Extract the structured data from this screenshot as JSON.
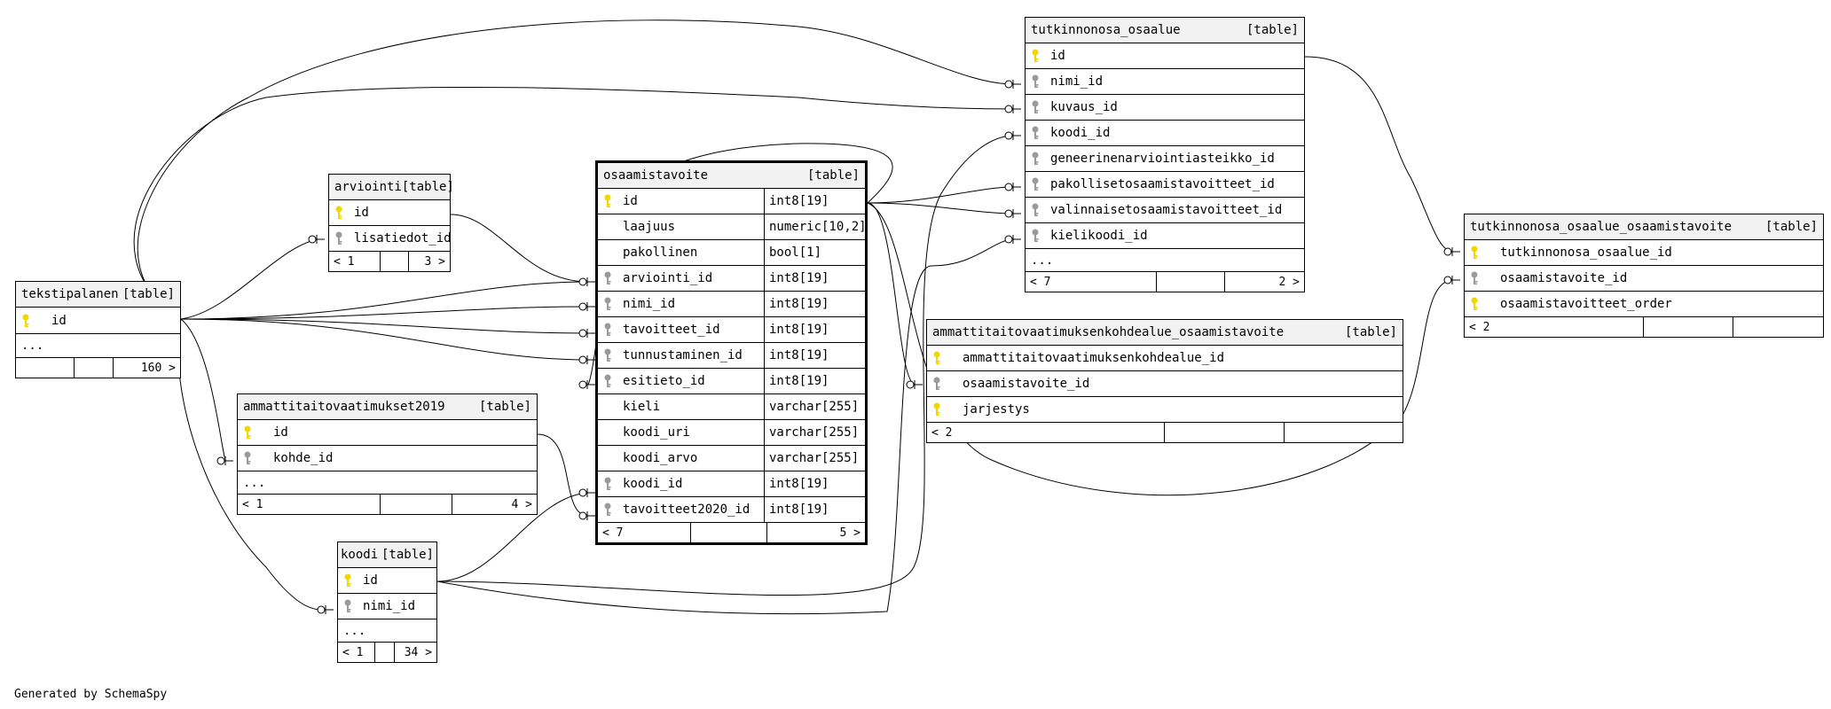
{
  "tables": {
    "tekstipalanen": {
      "name": "tekstipalanen",
      "kind": "[table]",
      "columns": [
        {
          "name": "id",
          "pk": true
        }
      ],
      "ellipsis": "...",
      "footer": [
        "",
        "",
        "160 >"
      ]
    },
    "arviointi": {
      "name": "arviointi",
      "kind": "[table]",
      "columns": [
        {
          "name": "id",
          "pk": true
        },
        {
          "name": "lisatiedot_id",
          "fk": true
        }
      ],
      "footer": [
        "< 1",
        "",
        "3 >"
      ]
    },
    "ammattitaitovaatimukset2019": {
      "name": "ammattitaitovaatimukset2019",
      "kind": "[table]",
      "columns": [
        {
          "name": "id",
          "pk": true
        },
        {
          "name": "kohde_id",
          "fk": true
        }
      ],
      "ellipsis": "...",
      "footer": [
        "< 1",
        "",
        "4 >"
      ]
    },
    "koodi": {
      "name": "koodi",
      "kind": "[table]",
      "columns": [
        {
          "name": "id",
          "pk": true
        },
        {
          "name": "nimi_id",
          "fk": true
        }
      ],
      "ellipsis": "...",
      "footer": [
        "< 1",
        "",
        "34 >"
      ]
    },
    "osaamistavoite": {
      "name": "osaamistavoite",
      "kind": "[table]",
      "columns": [
        {
          "name": "id",
          "type": "int8[19]",
          "pk": true
        },
        {
          "name": "laajuus",
          "type": "numeric[10,2]"
        },
        {
          "name": "pakollinen",
          "type": "bool[1]"
        },
        {
          "name": "arviointi_id",
          "type": "int8[19]",
          "fk": true
        },
        {
          "name": "nimi_id",
          "type": "int8[19]",
          "fk": true
        },
        {
          "name": "tavoitteet_id",
          "type": "int8[19]",
          "fk": true
        },
        {
          "name": "tunnustaminen_id",
          "type": "int8[19]",
          "fk": true
        },
        {
          "name": "esitieto_id",
          "type": "int8[19]",
          "fk": true
        },
        {
          "name": "kieli",
          "type": "varchar[255]"
        },
        {
          "name": "koodi_uri",
          "type": "varchar[255]"
        },
        {
          "name": "koodi_arvo",
          "type": "varchar[255]"
        },
        {
          "name": "koodi_id",
          "type": "int8[19]",
          "fk": true
        },
        {
          "name": "tavoitteet2020_id",
          "type": "int8[19]",
          "fk": true
        }
      ],
      "footer": [
        "< 7",
        "",
        "5 >"
      ]
    },
    "tutkinnonosa_osaalue": {
      "name": "tutkinnonosa_osaalue",
      "kind": "[table]",
      "columns": [
        {
          "name": "id",
          "pk": true
        },
        {
          "name": "nimi_id",
          "fk": true
        },
        {
          "name": "kuvaus_id",
          "fk": true
        },
        {
          "name": "koodi_id",
          "fk": true
        },
        {
          "name": "geneerinenarviointiasteikko_id",
          "fk": true
        },
        {
          "name": "pakollisetosaamistavoitteet_id",
          "fk": true
        },
        {
          "name": "valinnaisetosaamistavoitteet_id",
          "fk": true
        },
        {
          "name": "kielikoodi_id",
          "fk": true
        }
      ],
      "ellipsis": "...",
      "footer": [
        "< 7",
        "",
        "2 >"
      ]
    },
    "ammattitaitovaatimuksenkohdealue_osaamistavoite": {
      "name": "ammattitaitovaatimuksenkohdealue_osaamistavoite",
      "kind": "[table]",
      "columns": [
        {
          "name": "ammattitaitovaatimuksenkohdealue_id",
          "pk": true
        },
        {
          "name": "osaamistavoite_id",
          "fk": true
        },
        {
          "name": "jarjestys",
          "pk": true
        }
      ],
      "footer": [
        "< 2",
        "",
        ""
      ]
    },
    "tutkinnonosa_osaalue_osaamistavoite": {
      "name": "tutkinnonosa_osaalue_osaamistavoite",
      "kind": "[table]",
      "columns": [
        {
          "name": "tutkinnonosa_osaalue_id",
          "pk": true
        },
        {
          "name": "osaamistavoite_id",
          "fk": true
        },
        {
          "name": "osaamistavoitteet_order",
          "pk": true
        }
      ],
      "footer": [
        "< 2",
        "",
        ""
      ]
    }
  },
  "credit": "Generated by SchemaSpy",
  "colors": {
    "pk_key": "#f2d600",
    "fk_key": "#9a9a9a",
    "header_bg": "#f2f2f2",
    "line": "#000000"
  }
}
